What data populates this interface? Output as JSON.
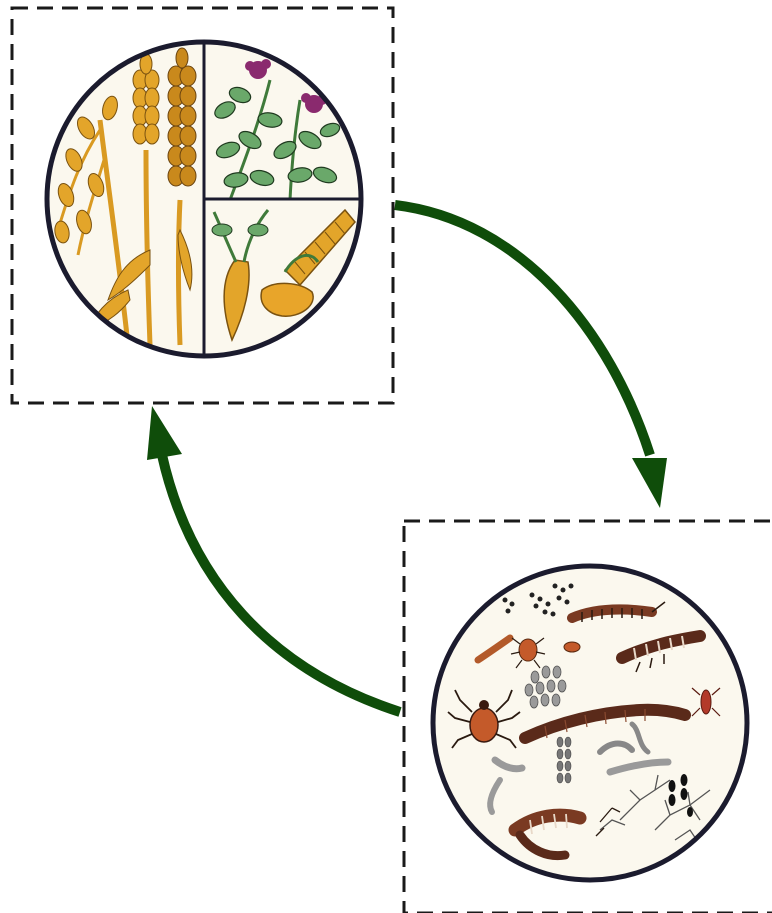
{
  "diagram": {
    "type": "cycle",
    "nodes": [
      {
        "id": "crops",
        "icon": "crops-illustration-icon",
        "depicts": [
          "grain",
          "clover",
          "root-vegetable",
          "corn"
        ]
      },
      {
        "id": "soil-organisms",
        "icon": "soil-organisms-illustration-icon",
        "depicts": [
          "earthworm",
          "millipede",
          "mite",
          "nematode",
          "fungal-hyphae",
          "spores"
        ]
      }
    ],
    "edges": [
      {
        "from": "crops",
        "to": "soil-organisms"
      },
      {
        "from": "soil-organisms",
        "to": "crops"
      }
    ],
    "colors": {
      "arrow": "#0f4d0a",
      "frame": "#1a1a1a",
      "circle_outline": "#1b1b2e",
      "panel_background": "#fbf8ee",
      "plant_yellow": "#e3a52a",
      "plant_green": "#5b9a52",
      "flower_purple": "#8a2a6e",
      "organism_brown": "#7a3a22",
      "organism_gray": "#9a9a9a"
    }
  }
}
